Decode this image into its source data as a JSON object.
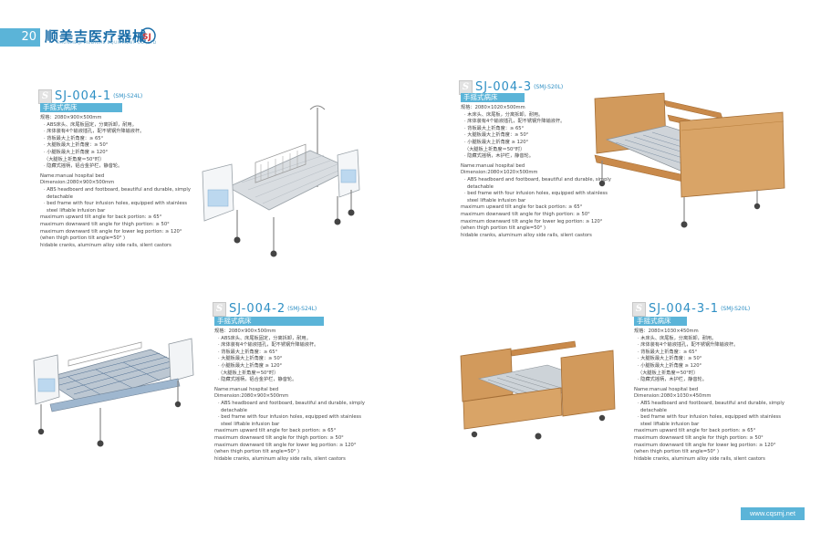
{
  "header": {
    "page_number": "20",
    "brand_name": "顺美吉医疗器械",
    "brand_subtitle": "SHUNMEIJI MEDICAL EQUIPMENT CO.,LTD",
    "logo_text": "SJ"
  },
  "badge_letter": "S",
  "products": [
    {
      "code": "SJ-004-1",
      "model": "(SMJ-S24L)",
      "category": "手摇式病床",
      "specs_cn": [
        "规格：2080×900×500mm",
        "· ABS床头、床尾板固定，分离拆卸，耐用。",
        "· 床体装有4个输液插孔，配不锈钢升降输液杆。",
        "· 背板最大上折角度：≥ 65°",
        "· 大腿板最大上折角度：≥ 50°",
        "· 小腿板最大上折角度 ≥ 120°",
        "（大腿板上折角度＝50°时）",
        "· 隐藏式摇柄，铝合金护栏，静音轮。"
      ],
      "name_en": "Name:manual hospital bed",
      "dimension_en": "Dimension:2080×900×500mm",
      "features_en": [
        "· ABS headboard and footboard, beautiful and durable, simply",
        "detachable",
        "· bed frame with four infusion holes, equipped with stainless",
        "steel liftable infusion bar"
      ],
      "angles_en": [
        "maximum upward tilt angle for back portion: ≥ 65°",
        "maximum downward tilt angle for thigh portion: ≥ 50°",
        "maximum downward tilt angle for lower leg portion: ≥ 120°",
        "(when thigh portion tilt angle=50° )",
        "hidable cranks, aluminum alloy side rails, silent castors"
      ]
    },
    {
      "code": "SJ-004-3",
      "model": "(SMJ-S20L)",
      "category": "手摇式病床",
      "specs_cn": [
        "规格：2080×1020×500mm",
        "· 木床头、床尾板，分离拆卸，耐用。",
        "· 床体装有4个输液插孔，配不锈钢升降输液杆。",
        "· 背板最大上折角度：≥ 65°",
        "· 大腿板最大上折角度：≥ 50°",
        "· 小腿板最大上折角度 ≥ 120°",
        "（大腿板上折角度＝50°时）",
        "· 隐藏式摇柄，木护栏，静音轮。"
      ],
      "name_en": "Name:manual hospital bed",
      "dimension_en": "Dimension:2080×1020×500mm",
      "features_en": [
        "· ABS headboard and footboard, beautiful and durable, simply",
        "detachable",
        "· bed frame with four infusion holes, equipped with stainless",
        "steel liftable infusion bar"
      ],
      "angles_en": [
        "maximum upward tilt angle for back portion: ≥ 65°",
        "maximum downward tilt angle for thigh portion: ≥ 50°",
        "maximum downward tilt angle for lower leg portion: ≥ 120°",
        "(when thigh portion tilt angle=50° )",
        "hidable cranks, aluminum alloy side rails, silent castors"
      ]
    },
    {
      "code": "SJ-004-2",
      "model": "(SMJ-S24L)",
      "category": "手摇式病床",
      "specs_cn": [
        "规格：2080×900×500mm",
        "· ABS床头、床尾板固定，分离拆卸，耐用。",
        "· 床体装有4个输液插孔，配不锈钢升降输液杆。",
        "· 背板最大上折角度：≥ 65°",
        "· 大腿板最大上折角度：≥ 50°",
        "· 小腿板最大上折角度 ≥ 120°",
        "（大腿板上折角度＝50°时）",
        "· 隐藏式摇柄，铝合金护栏，静音轮。"
      ],
      "name_en": "Name:manual hospital bed",
      "dimension_en": "Dimension:2080×900×500mm",
      "features_en": [
        "· ABS headboard and footboard, beautiful and durable, simply",
        "detachable",
        "· bed frame with four infusion holes, equipped with stainless",
        "steel liftable infusion bar"
      ],
      "angles_en": [
        "maximum upward tilt angle for back portion: ≥ 65°",
        "maximum downward tilt angle for thigh portion: ≥ 50°",
        "maximum downward tilt angle for lower leg portion: ≥ 120°",
        "(when thigh portion tilt angle=50° )",
        "hidable cranks, aluminum alloy side rails, silent castors"
      ]
    },
    {
      "code": "SJ-004-3-1",
      "model": "(SMJ-S20L)",
      "category": "手摇式病床",
      "specs_cn": [
        "规格：2080×1030×450mm",
        "· 木床头、床尾板，分离拆卸，耐用。",
        "· 床体装有4个输液插孔，配不锈钢升降输液杆。",
        "· 背板最大上折角度：≥ 65°",
        "· 大腿板最大上折角度：≥ 50°",
        "· 小腿板最大上折角度 ≥ 120°",
        "（大腿板上折角度＝50°时）",
        "· 隐藏式摇柄，木护栏，静音轮。"
      ],
      "name_en": "Name:manual hospital bed",
      "dimension_en": "Dimension:2080×1030×450mm",
      "features_en": [
        "· ABS headboard and footboard, beautiful and durable, simply",
        "detachable",
        "· bed frame with four infusion holes, equipped with stainless",
        "steel liftable infusion bar"
      ],
      "angles_en": [
        "maximum upward tilt angle for back portion: ≥ 65°",
        "maximum downward tilt angle for thigh portion: ≥ 50°",
        "maximum downward tilt angle for lower leg portion: ≥ 120°",
        "(when thigh portion tilt angle=50° )",
        "hidable cranks, aluminum alloy side rails, silent castors"
      ]
    }
  ],
  "footer": {
    "website": "www.cqsmj.net"
  },
  "colors": {
    "accent": "#5bb4d8",
    "code_blue": "#2e8fc4",
    "wood": "#c98a4b"
  }
}
